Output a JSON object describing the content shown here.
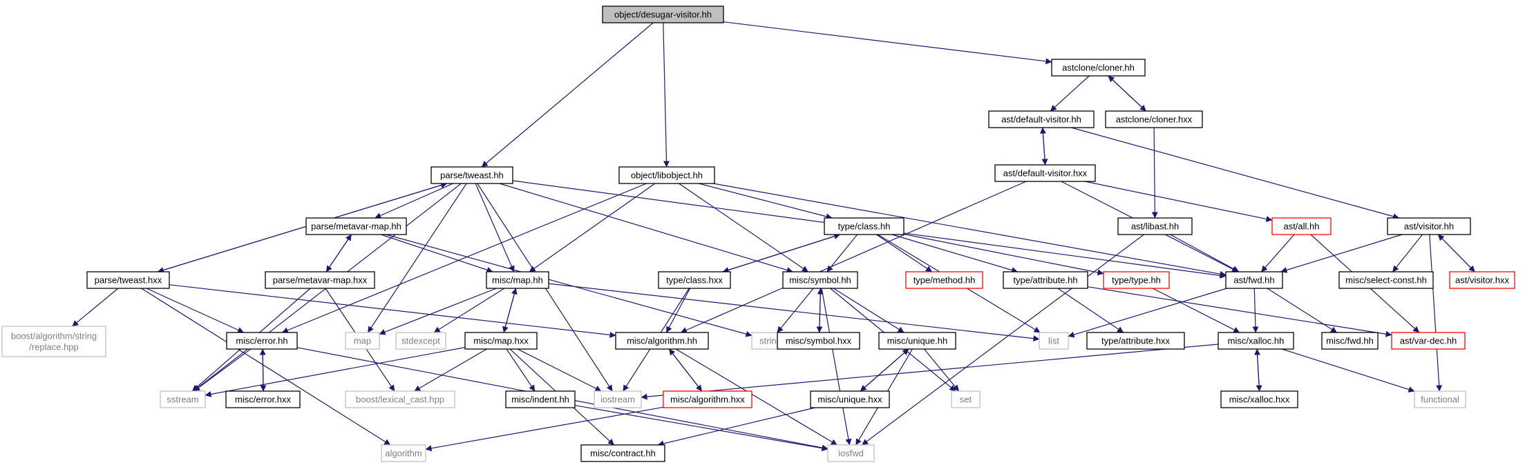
{
  "colors": {
    "edge": "#191970",
    "node_border": "#000000",
    "external_border": "#bfbfbf",
    "external_text": "#7f7f7f",
    "truncated_border": "#ff0000",
    "root_fill": "#bfbfbf"
  },
  "nodes": [
    {
      "id": "n-root",
      "label": "object/desugar-visitor.hh",
      "style": "root"
    },
    {
      "id": "n-cloner-hh",
      "label": "astclone/cloner.hh",
      "style": "normal"
    },
    {
      "id": "n-defvis-hh",
      "label": "ast/default-visitor.hh",
      "style": "normal"
    },
    {
      "id": "n-cloner-hxx",
      "label": "astclone/cloner.hxx",
      "style": "normal"
    },
    {
      "id": "n-tweast-hh",
      "label": "parse/tweast.hh",
      "style": "normal"
    },
    {
      "id": "n-libobject",
      "label": "object/libobject.hh",
      "style": "normal"
    },
    {
      "id": "n-defvis-hxx",
      "label": "ast/default-visitor.hxx",
      "style": "normal"
    },
    {
      "id": "n-libast",
      "label": "ast/libast.hh",
      "style": "normal"
    },
    {
      "id": "n-all",
      "label": "ast/all.hh",
      "style": "truncated"
    },
    {
      "id": "n-visitor-hh",
      "label": "ast/visitor.hh",
      "style": "normal"
    },
    {
      "id": "n-metavar-hh",
      "label": "parse/metavar-map.hh",
      "style": "normal"
    },
    {
      "id": "n-class-hh",
      "label": "type/class.hh",
      "style": "normal"
    },
    {
      "id": "n-tweast-hxx",
      "label": "parse/tweast.hxx",
      "style": "normal"
    },
    {
      "id": "n-metavar-hxx",
      "label": "parse/metavar-map.hxx",
      "style": "normal"
    },
    {
      "id": "n-map-hh",
      "label": "misc/map.hh",
      "style": "normal"
    },
    {
      "id": "n-class-hxx",
      "label": "type/class.hxx",
      "style": "normal"
    },
    {
      "id": "n-symbol-hh",
      "label": "misc/symbol.hh",
      "style": "normal"
    },
    {
      "id": "n-method",
      "label": "type/method.hh",
      "style": "truncated"
    },
    {
      "id": "n-attribute-hh",
      "label": "type/attribute.hh",
      "style": "normal"
    },
    {
      "id": "n-type-hh",
      "label": "type/type.hh",
      "style": "truncated"
    },
    {
      "id": "n-fwd-hh",
      "label": "ast/fwd.hh",
      "style": "normal"
    },
    {
      "id": "n-select-const",
      "label": "misc/select-const.hh",
      "style": "normal"
    },
    {
      "id": "n-visitor-hxx",
      "label": "ast/visitor.hxx",
      "style": "truncated"
    },
    {
      "id": "n-boost-replace",
      "label": "boost/algorithm/string\n/replace.hpp",
      "style": "external"
    },
    {
      "id": "n-error-hh",
      "label": "misc/error.hh",
      "style": "normal"
    },
    {
      "id": "n-map",
      "label": "map",
      "style": "external"
    },
    {
      "id": "n-stdexcept",
      "label": "stdexcept",
      "style": "external"
    },
    {
      "id": "n-map-hxx",
      "label": "misc/map.hxx",
      "style": "normal"
    },
    {
      "id": "n-algorithm-hh",
      "label": "misc/algorithm.hh",
      "style": "normal"
    },
    {
      "id": "n-string",
      "label": "string",
      "style": "external"
    },
    {
      "id": "n-symbol-hxx",
      "label": "misc/symbol.hxx",
      "style": "normal"
    },
    {
      "id": "n-unique-hh",
      "label": "misc/unique.hh",
      "style": "normal"
    },
    {
      "id": "n-list",
      "label": "list",
      "style": "external"
    },
    {
      "id": "n-attribute-hxx",
      "label": "type/attribute.hxx",
      "style": "normal"
    },
    {
      "id": "n-xalloc-hh",
      "label": "misc/xalloc.hh",
      "style": "normal"
    },
    {
      "id": "n-misc-fwd",
      "label": "misc/fwd.hh",
      "style": "normal"
    },
    {
      "id": "n-var-dec",
      "label": "ast/var-dec.hh",
      "style": "truncated"
    },
    {
      "id": "n-sstream",
      "label": "sstream",
      "style": "external"
    },
    {
      "id": "n-error-hxx",
      "label": "misc/error.hxx",
      "style": "normal"
    },
    {
      "id": "n-lexical-cast",
      "label": "boost/lexical_cast.hpp",
      "style": "external"
    },
    {
      "id": "n-indent",
      "label": "misc/indent.hh",
      "style": "normal"
    },
    {
      "id": "n-iostream",
      "label": "iostream",
      "style": "external"
    },
    {
      "id": "n-algorithm-hxx",
      "label": "misc/algorithm.hxx",
      "style": "truncated"
    },
    {
      "id": "n-unique-hxx",
      "label": "misc/unique.hxx",
      "style": "normal"
    },
    {
      "id": "n-set",
      "label": "set",
      "style": "external"
    },
    {
      "id": "n-xalloc-hxx",
      "label": "misc/xalloc.hxx",
      "style": "normal"
    },
    {
      "id": "n-functional",
      "label": "functional",
      "style": "external"
    },
    {
      "id": "n-algorithm",
      "label": "algorithm",
      "style": "external"
    },
    {
      "id": "n-contract",
      "label": "misc/contract.hh",
      "style": "normal"
    },
    {
      "id": "n-iosfwd",
      "label": "iosfwd",
      "style": "external"
    }
  ],
  "edges": [
    [
      "n-root",
      "n-tweast-hh"
    ],
    [
      "n-root",
      "n-libobject"
    ],
    [
      "n-root",
      "n-cloner-hh"
    ],
    [
      "n-cloner-hh",
      "n-defvis-hh"
    ],
    [
      "n-cloner-hh",
      "n-cloner-hxx"
    ],
    [
      "n-cloner-hxx",
      "n-cloner-hh"
    ],
    [
      "n-cloner-hxx",
      "n-libast"
    ],
    [
      "n-defvis-hh",
      "n-defvis-hxx"
    ],
    [
      "n-defvis-hh",
      "n-visitor-hh"
    ],
    [
      "n-defvis-hxx",
      "n-defvis-hh"
    ],
    [
      "n-defvis-hxx",
      "n-algorithm-hh"
    ],
    [
      "n-defvis-hxx",
      "n-all"
    ],
    [
      "n-defvis-hxx",
      "n-fwd-hh"
    ],
    [
      "n-libast",
      "n-fwd-hh"
    ],
    [
      "n-libast",
      "n-iosfwd"
    ],
    [
      "n-all",
      "n-fwd-hh"
    ],
    [
      "n-all",
      "n-var-dec"
    ],
    [
      "n-visitor-hh",
      "n-fwd-hh"
    ],
    [
      "n-visitor-hh",
      "n-select-const"
    ],
    [
      "n-visitor-hh",
      "n-visitor-hxx"
    ],
    [
      "n-visitor-hh",
      "n-functional"
    ],
    [
      "n-visitor-hxx",
      "n-visitor-hh"
    ],
    [
      "n-tweast-hh",
      "n-tweast-hxx"
    ],
    [
      "n-tweast-hh",
      "n-metavar-hh"
    ],
    [
      "n-tweast-hh",
      "n-map-hh"
    ],
    [
      "n-tweast-hh",
      "n-symbol-hh"
    ],
    [
      "n-tweast-hh",
      "n-sstream"
    ],
    [
      "n-tweast-hh",
      "n-map"
    ],
    [
      "n-tweast-hh",
      "n-iostream"
    ],
    [
      "n-tweast-hh",
      "n-fwd-hh"
    ],
    [
      "n-tweast-hxx",
      "n-tweast-hh"
    ],
    [
      "n-tweast-hxx",
      "n-boost-replace"
    ],
    [
      "n-tweast-hxx",
      "n-error-hh"
    ],
    [
      "n-tweast-hxx",
      "n-algorithm-hh"
    ],
    [
      "n-tweast-hxx",
      "n-algorithm"
    ],
    [
      "n-libobject",
      "n-class-hh"
    ],
    [
      "n-libobject",
      "n-error-hh"
    ],
    [
      "n-libobject",
      "n-map-hh"
    ],
    [
      "n-libobject",
      "n-symbol-hh"
    ],
    [
      "n-libobject",
      "n-fwd-hh"
    ],
    [
      "n-metavar-hh",
      "n-metavar-hxx"
    ],
    [
      "n-metavar-hh",
      "n-map-hh"
    ],
    [
      "n-metavar-hh",
      "n-string"
    ],
    [
      "n-metavar-hxx",
      "n-metavar-hh"
    ],
    [
      "n-metavar-hxx",
      "n-sstream"
    ],
    [
      "n-metavar-hxx",
      "n-lexical-cast"
    ],
    [
      "n-class-hh",
      "n-class-hxx"
    ],
    [
      "n-class-hh",
      "n-symbol-hh"
    ],
    [
      "n-class-hh",
      "n-method"
    ],
    [
      "n-class-hh",
      "n-attribute-hh"
    ],
    [
      "n-class-hh",
      "n-type-hh"
    ],
    [
      "n-class-hh",
      "n-list"
    ],
    [
      "n-class-hxx",
      "n-class-hh"
    ],
    [
      "n-class-hxx",
      "n-algorithm-hh"
    ],
    [
      "n-class-hxx",
      "n-iostream"
    ],
    [
      "n-attribute-hh",
      "n-attribute-hxx"
    ],
    [
      "n-attribute-hh",
      "n-var-dec"
    ],
    [
      "n-type-hh",
      "n-xalloc-hh"
    ],
    [
      "n-map-hh",
      "n-map-hxx"
    ],
    [
      "n-map-hh",
      "n-map"
    ],
    [
      "n-map-hh",
      "n-stdexcept"
    ],
    [
      "n-map-hh",
      "n-list"
    ],
    [
      "n-map-hxx",
      "n-map-hh"
    ],
    [
      "n-map-hxx",
      "n-sstream"
    ],
    [
      "n-map-hxx",
      "n-lexical-cast"
    ],
    [
      "n-map-hxx",
      "n-indent"
    ],
    [
      "n-map-hxx",
      "n-iostream"
    ],
    [
      "n-map-hxx",
      "n-contract"
    ],
    [
      "n-symbol-hh",
      "n-string"
    ],
    [
      "n-symbol-hh",
      "n-symbol-hxx"
    ],
    [
      "n-symbol-hh",
      "n-unique-hh"
    ],
    [
      "n-symbol-hh",
      "n-set"
    ],
    [
      "n-symbol-hh",
      "n-iosfwd"
    ],
    [
      "n-symbol-hxx",
      "n-symbol-hh"
    ],
    [
      "n-unique-hh",
      "n-unique-hxx"
    ],
    [
      "n-unique-hh",
      "n-set"
    ],
    [
      "n-unique-hh",
      "n-iosfwd"
    ],
    [
      "n-unique-hxx",
      "n-unique-hh"
    ],
    [
      "n-unique-hxx",
      "n-contract"
    ],
    [
      "n-error-hh",
      "n-sstream"
    ],
    [
      "n-error-hh",
      "n-error-hxx"
    ],
    [
      "n-error-hh",
      "n-iosfwd"
    ],
    [
      "n-error-hxx",
      "n-error-hh"
    ],
    [
      "n-algorithm-hh",
      "n-algorithm-hxx"
    ],
    [
      "n-algorithm-hh",
      "n-iosfwd"
    ],
    [
      "n-algorithm-hxx",
      "n-algorithm-hh"
    ],
    [
      "n-algorithm-hxx",
      "n-algorithm"
    ],
    [
      "n-indent",
      "n-iosfwd"
    ],
    [
      "n-fwd-hh",
      "n-list"
    ],
    [
      "n-fwd-hh",
      "n-xalloc-hh"
    ],
    [
      "n-fwd-hh",
      "n-misc-fwd"
    ],
    [
      "n-xalloc-hh",
      "n-iostream"
    ],
    [
      "n-xalloc-hh",
      "n-xalloc-hxx"
    ],
    [
      "n-xalloc-hh",
      "n-functional"
    ],
    [
      "n-xalloc-hxx",
      "n-xalloc-hh"
    ]
  ]
}
